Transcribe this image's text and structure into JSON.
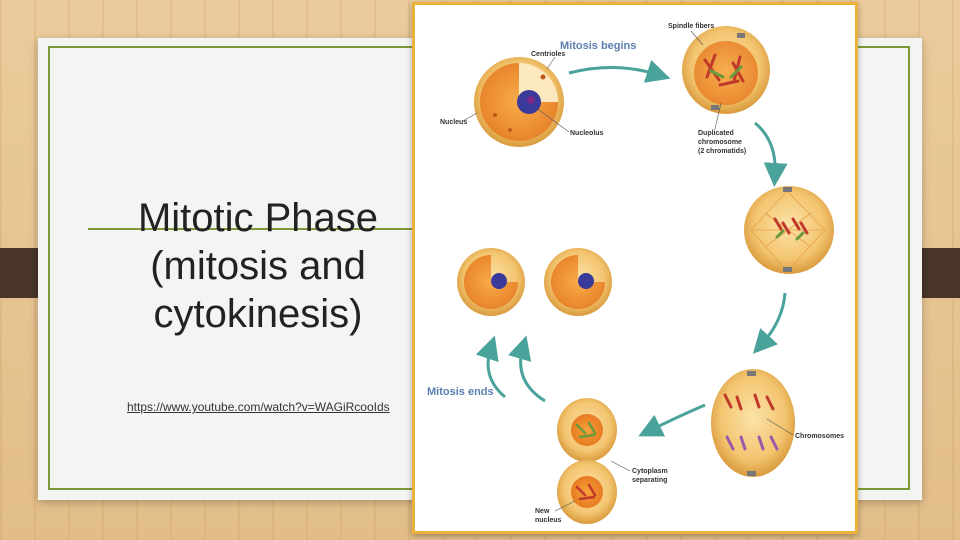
{
  "slide": {
    "title_line1": "Mitotic Phase",
    "title_line2": "(mitosis and",
    "title_line3": "cytokinesis)",
    "link_text": "https://www.youtube.com/watch?v=WAGiRcooIds"
  },
  "figure": {
    "mitosis_begins": "Mitosis begins",
    "mitosis_ends": "Mitosis ends",
    "centrioles": "Centrioles",
    "spindle_fibers": "Spindle fibers",
    "nucleus": "Nucleus",
    "nucleolus": "Nucleolus",
    "duplicated_1": "Duplicated",
    "duplicated_2": "chromosome",
    "duplicated_3": "(2 chromatids)",
    "chromosomes": "Chromosomes",
    "cytoplasm_1": "Cytoplasm",
    "cytoplasm_2": "separating",
    "new_nucleus_1": "New",
    "new_nucleus_2": "nucleus"
  }
}
